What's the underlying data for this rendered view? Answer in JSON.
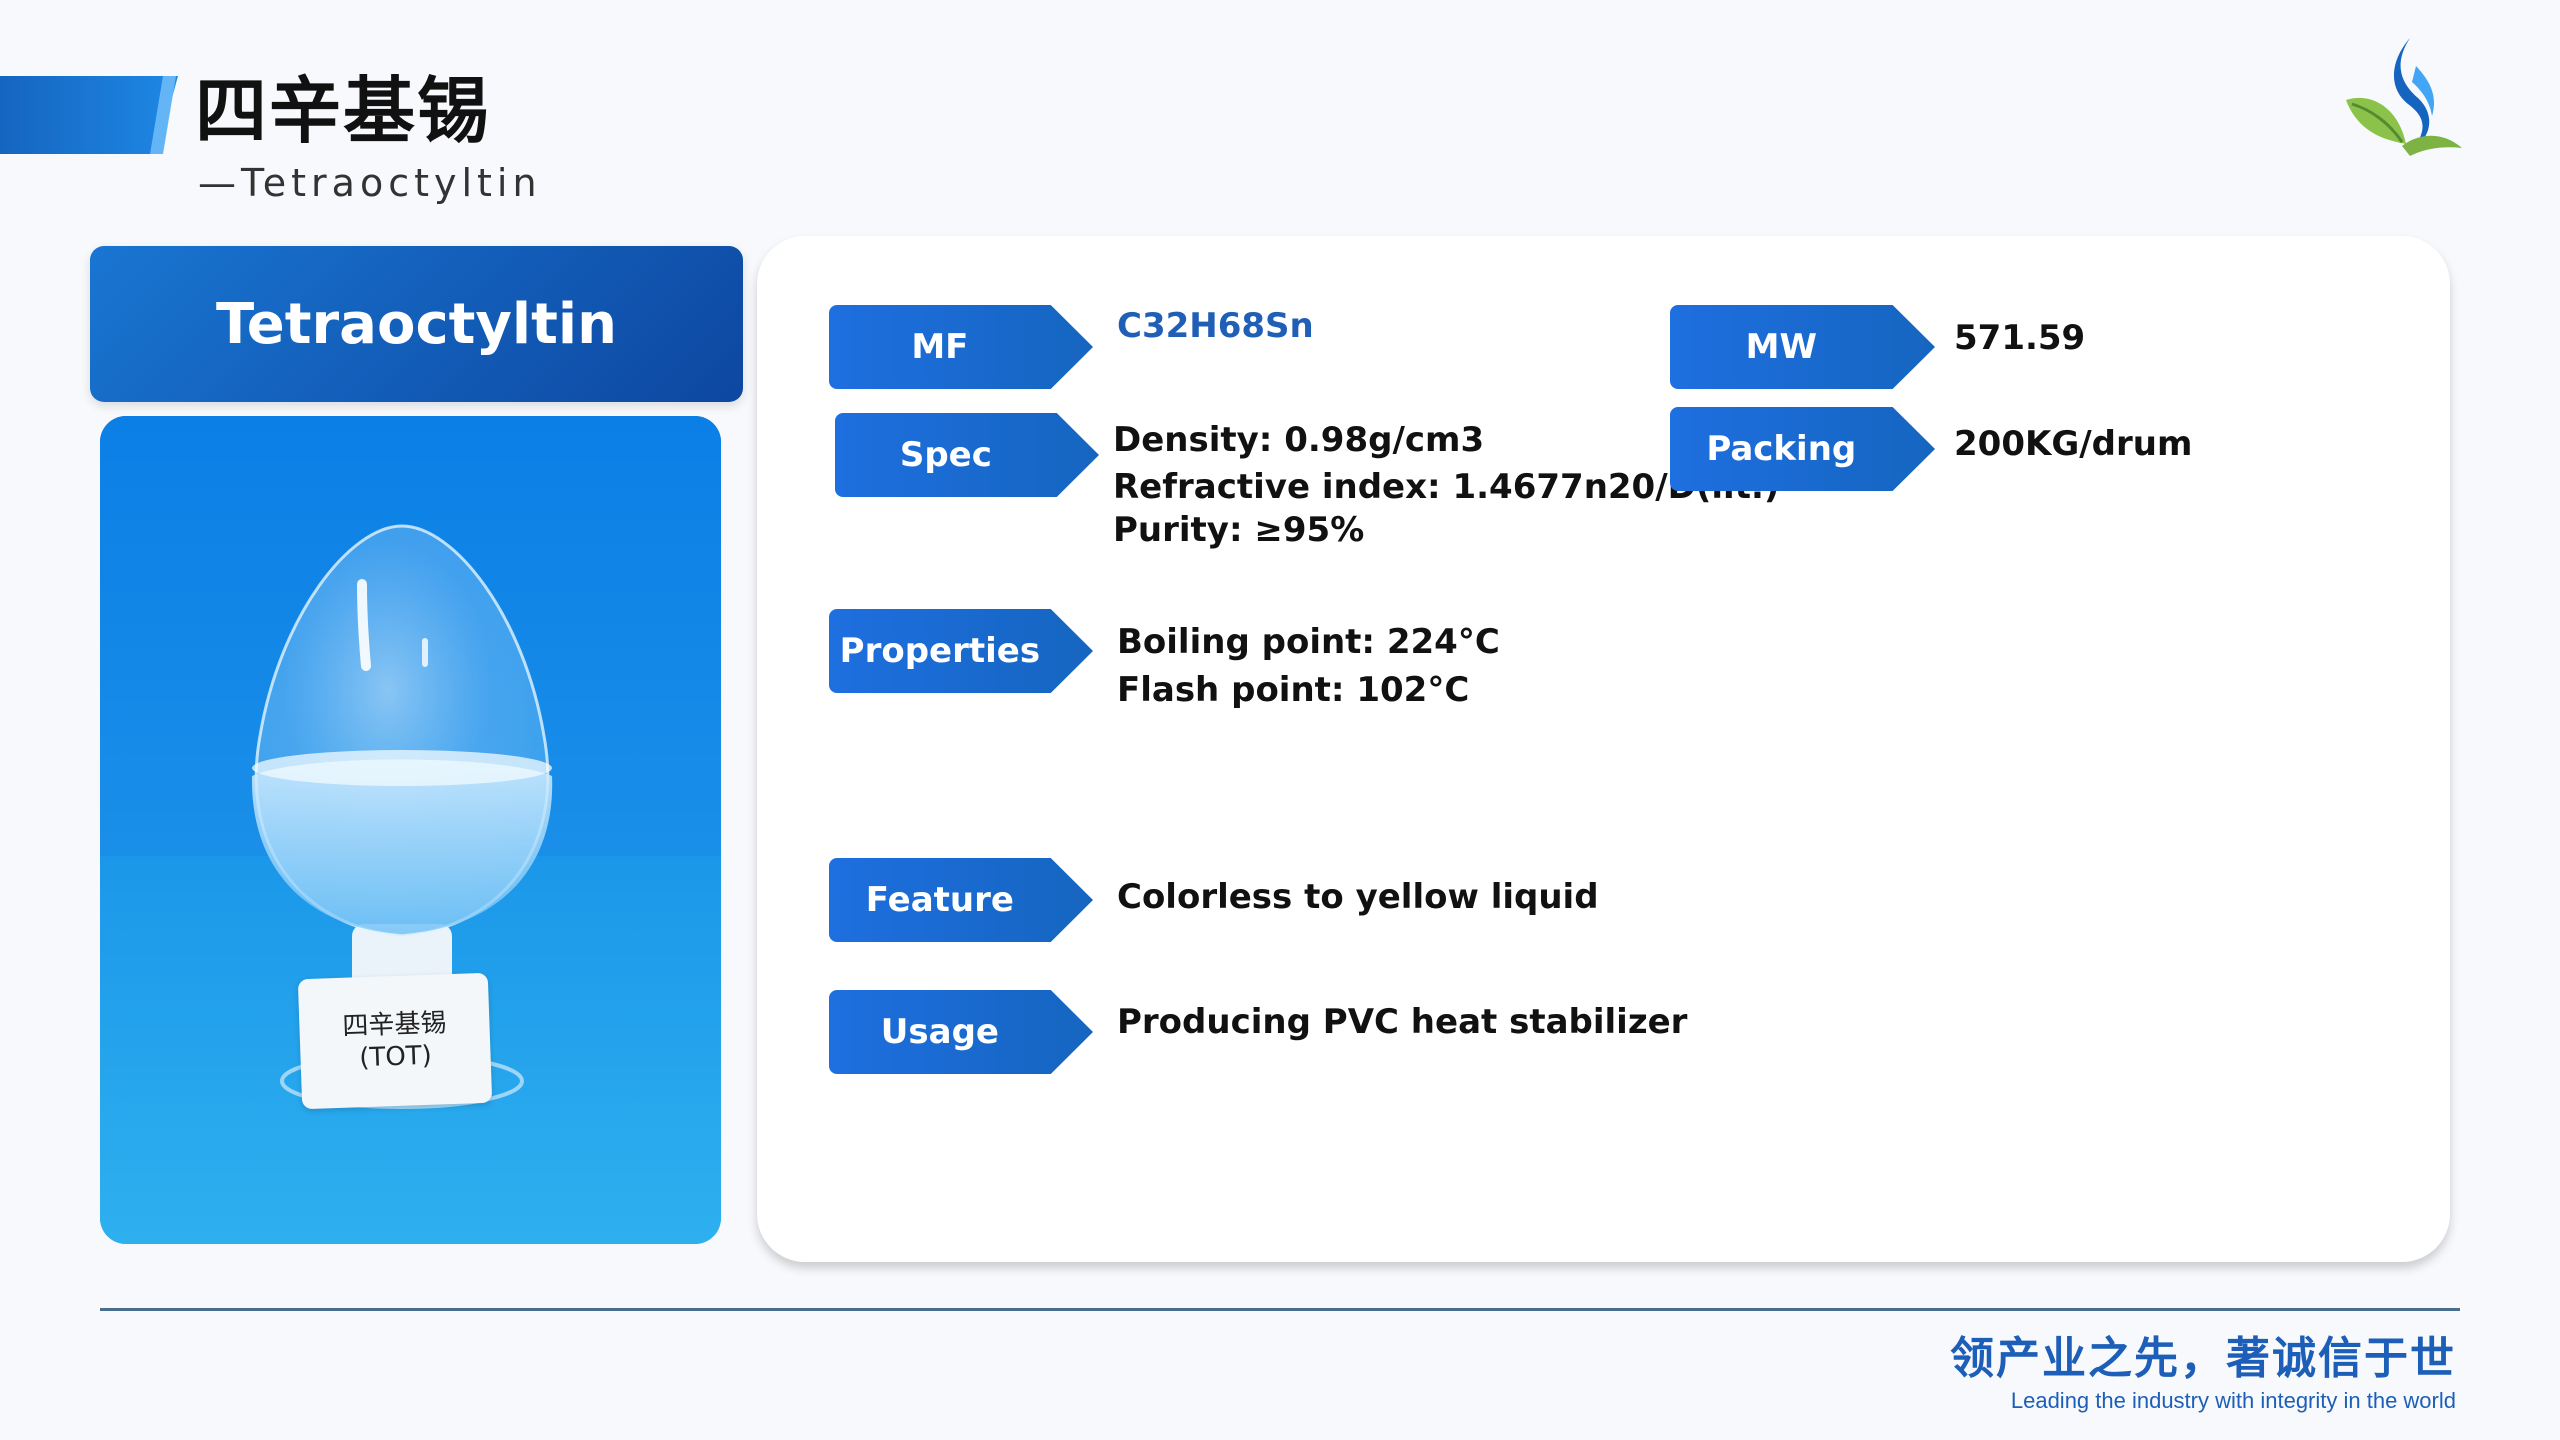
{
  "header": {
    "title": "四辛基锡",
    "subtitle": "—Tetraoctyltin"
  },
  "product": {
    "name": "Tetraoctyltin",
    "photo_label_line1": "四辛基锡",
    "photo_label_line2": "(TOT)"
  },
  "specs": {
    "mf": {
      "label": "MF",
      "value": "C32H68Sn"
    },
    "mw": {
      "label": "MW",
      "value": "571.59"
    },
    "spec": {
      "label": "Spec",
      "lines": [
        "Density: 0.98g/cm3",
        "Refractive index: 1.4677n20/D(lit.)",
        "Purity: ≥95%"
      ]
    },
    "packing": {
      "label": "Packing",
      "value": "200KG/drum"
    },
    "properties": {
      "label": "Properties",
      "lines": [
        "Boiling point: 224°C",
        "Flash point: 102°C"
      ]
    },
    "feature": {
      "label": "Feature",
      "value": "Colorless to yellow liquid"
    },
    "usage": {
      "label": "Usage",
      "value": "Producing PVC heat stabilizer"
    }
  },
  "footer": {
    "slogan_cn": "领产业之先，著诚信于世",
    "slogan_en": "Leading the industry with integrity in the world"
  },
  "colors": {
    "brand_blue": "#1565c0",
    "slogan_blue": "#1d5fb8",
    "background": "#f7f9fc"
  },
  "icons": {
    "logo": "company-leaf-logo"
  }
}
